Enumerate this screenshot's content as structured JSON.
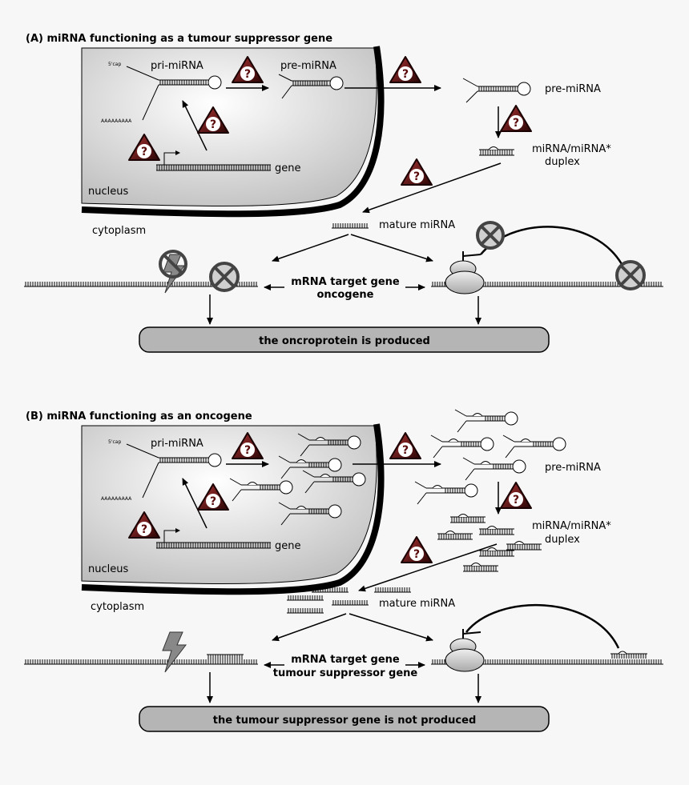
{
  "panel_a": {
    "title": "(A) miRNA functioning as a tumour suppressor gene",
    "five_cap": "5'cap",
    "poly_a": "AAAAAAAAA",
    "pri_mirna": "pri-miRNA",
    "pre_mirna_nuc": "pre-miRNA",
    "pre_mirna_cyto": "pre-miRNA",
    "duplex_line1": "miRNA/miRNA*",
    "duplex_line2": "duplex",
    "gene": "gene",
    "nucleus": "nucleus",
    "cytoplasm": "cytoplasm",
    "mature": "mature miRNA",
    "target_line1": "mRNA target gene",
    "target_line2": "oncogene",
    "result": "the oncroprotein is produced"
  },
  "panel_b": {
    "title": "(B) miRNA functioning as an oncogene",
    "five_cap": "5'cap",
    "poly_a": "AAAAAAAAA",
    "pri_mirna": "pri-miRNA",
    "pre_mirna_cyto": "pre-miRNA",
    "duplex_line1": "miRNA/miRNA*",
    "duplex_line2": "duplex",
    "gene": "gene",
    "nucleus": "nucleus",
    "cytoplasm": "cytoplasm",
    "mature": "mature miRNA",
    "target_line1": "mRNA target gene",
    "target_line2": "tumour suppressor gene",
    "result": "the tumour suppressor gene is not produced"
  },
  "question_mark": "?"
}
